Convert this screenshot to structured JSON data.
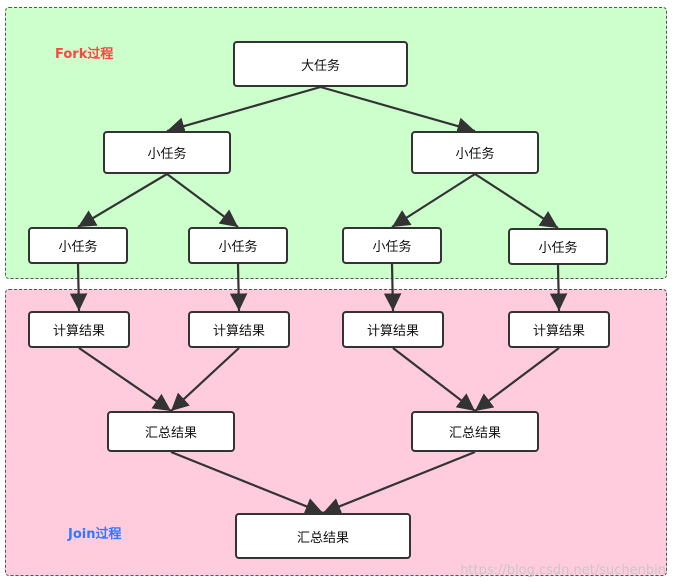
{
  "labels": {
    "fork": "Fork过程",
    "join": "Join过程"
  },
  "colors": {
    "fork_label": "#ff4444",
    "join_label": "#3377ff",
    "fork_bg": "#ccffcc",
    "join_bg": "#ffccdd",
    "edge": "#333333"
  },
  "nodes": {
    "root": "大任务",
    "sub_left": "小任务",
    "sub_right": "小任务",
    "leaf1": "小任务",
    "leaf2": "小任务",
    "leaf3": "小任务",
    "leaf4": "小任务",
    "calc1": "计算结果",
    "calc2": "计算结果",
    "calc3": "计算结果",
    "calc4": "计算结果",
    "merge_left": "汇总结果",
    "merge_right": "汇总结果",
    "final": "汇总结果"
  },
  "edges": [
    [
      "root",
      "sub_left"
    ],
    [
      "root",
      "sub_right"
    ],
    [
      "sub_left",
      "leaf1"
    ],
    [
      "sub_left",
      "leaf2"
    ],
    [
      "sub_right",
      "leaf3"
    ],
    [
      "sub_right",
      "leaf4"
    ],
    [
      "leaf1",
      "calc1"
    ],
    [
      "leaf2",
      "calc2"
    ],
    [
      "leaf3",
      "calc3"
    ],
    [
      "leaf4",
      "calc4"
    ],
    [
      "calc1",
      "merge_left"
    ],
    [
      "calc2",
      "merge_left"
    ],
    [
      "calc3",
      "merge_right"
    ],
    [
      "calc4",
      "merge_right"
    ],
    [
      "merge_left",
      "final"
    ],
    [
      "merge_right",
      "final"
    ]
  ],
  "watermark": "https://blog.csdn.net/suchenbin"
}
